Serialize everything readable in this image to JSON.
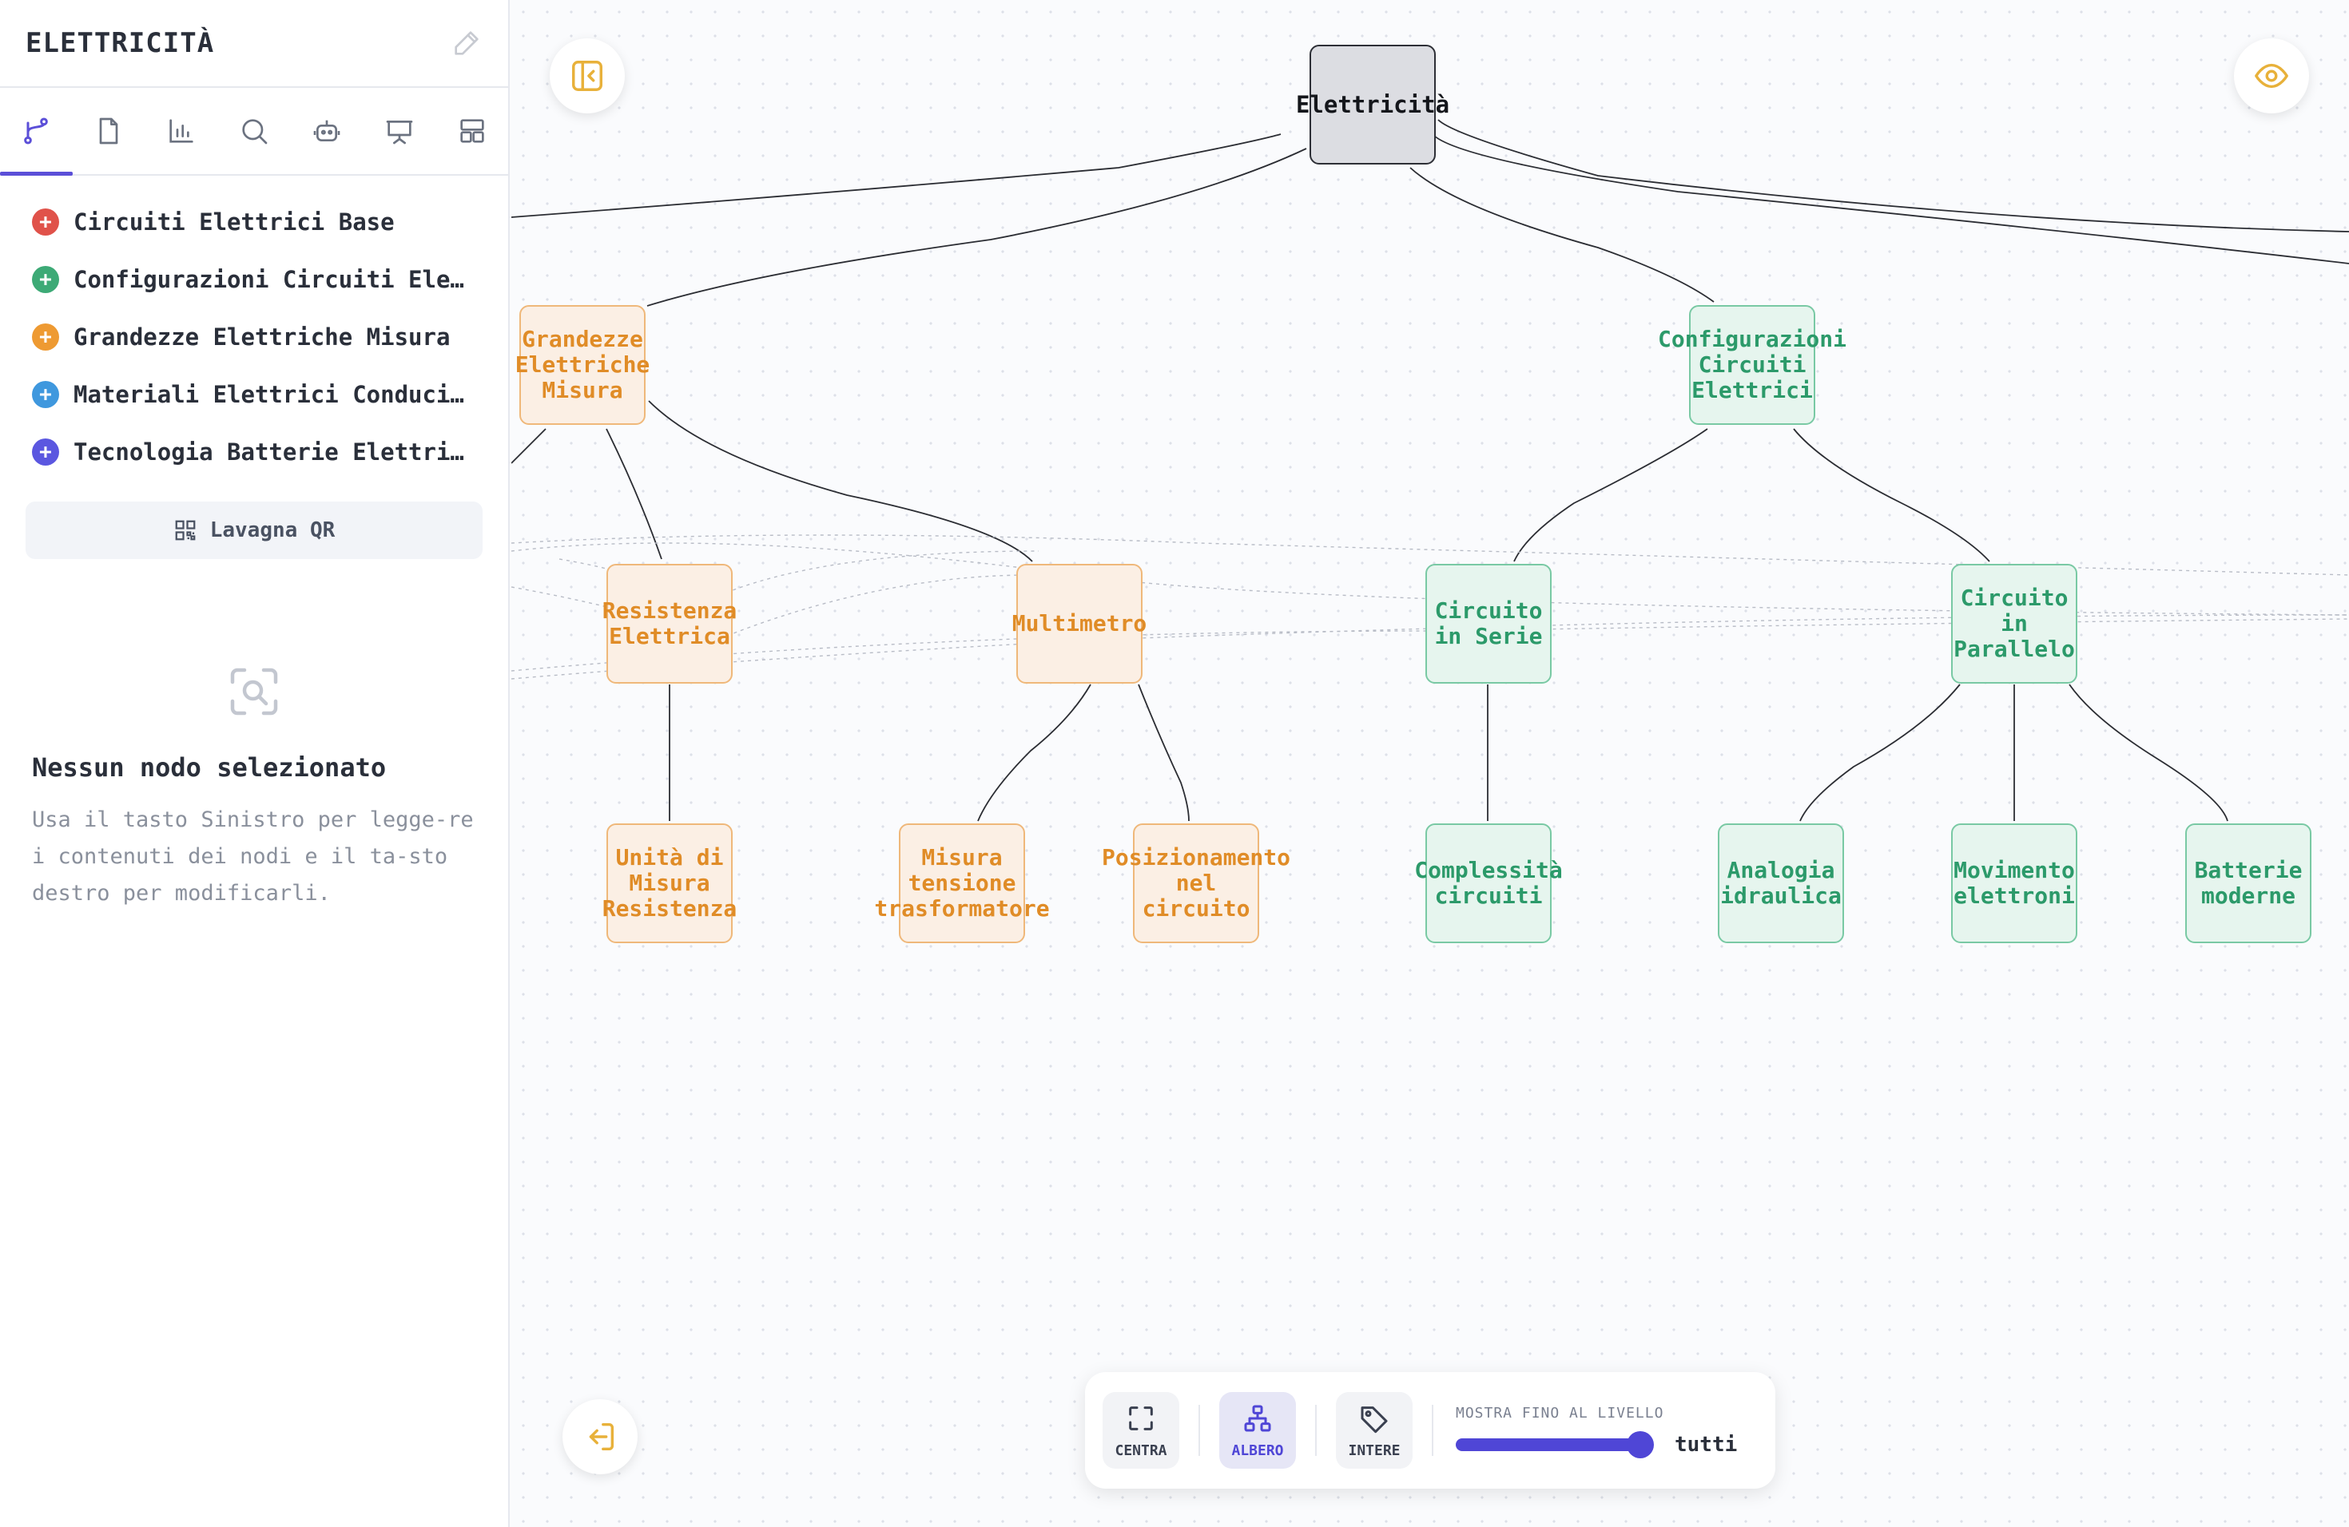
{
  "sidebar": {
    "title": "ELETTRICITÀ",
    "tabs": [
      {
        "icon": "branch-icon",
        "active": true
      },
      {
        "icon": "document-icon"
      },
      {
        "icon": "bar-chart-icon"
      },
      {
        "icon": "search-icon"
      },
      {
        "icon": "robot-icon"
      },
      {
        "icon": "presentation-icon"
      },
      {
        "icon": "layout-icon"
      }
    ],
    "topics": [
      {
        "label": "Circuiti Elettrici Base",
        "color": "#e0524a"
      },
      {
        "label": "Configurazioni Circuiti Elet…",
        "color": "#3daa76"
      },
      {
        "label": "Grandezze Elettriche Misura",
        "color": "#ee9a32"
      },
      {
        "label": "Materiali Elettrici Conducib…",
        "color": "#3f98de"
      },
      {
        "label": "Tecnologia Batterie Elettric…",
        "color": "#5b57e0"
      }
    ],
    "qr_button": "Lavagna QR",
    "empty_title": "Nessun nodo selezionato",
    "empty_desc": "Usa il tasto Sinistro per legge-re i contenuti dei nodi e il ta-sto destro per modificarli."
  },
  "graph": {
    "root": "Elettricità",
    "nodes": {
      "grandezze": "Grandezze\nElettriche\nMisura",
      "configurazioni": "Configurazioni\nCircuiti\nElettrici",
      "resistenza": "Resistenza\nElettrica",
      "multimetro": "Multimetro",
      "serie": "Circuito\nin Serie",
      "parallelo": "Circuito\nin\nParallelo",
      "unita": "Unità di\nMisura\nResistenza",
      "tensione": "Misura\ntensione\ntrasformatore",
      "posizionamento": "Posizionamento\nnel\ncircuito",
      "complessita": "Complessità\ncircuiti",
      "analogia": "Analogia\nidraulica",
      "movimento": "Movimento\nelettroni",
      "batterie": "Batterie\nmoderne"
    }
  },
  "toolbar": {
    "center_label": "CENTRA",
    "tree_label": "ALBERO",
    "labels_label": "INTERE",
    "level_label": "MOSTRA FINO AL LIVELLO",
    "level_value": "tutti",
    "level_fraction": 1.0
  },
  "colors": {
    "accent": "#4f46d6",
    "orange": "#e08c27",
    "green": "#2c9a6a",
    "button_icon": "#e8b13a"
  }
}
